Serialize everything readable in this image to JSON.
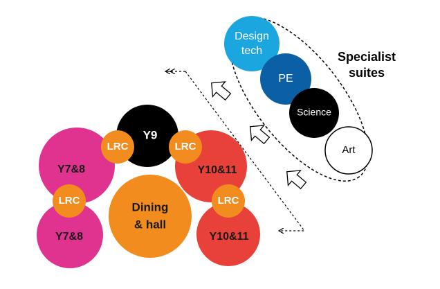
{
  "specialist": {
    "title_line1": "Specialist",
    "title_line2": "suites",
    "items": [
      {
        "line1": "Design",
        "line2": "tech",
        "color": "#1BA6E0",
        "text_color": "#ffffff"
      },
      {
        "line1": "PE",
        "color": "#0B5FA5",
        "text_color": "#ffffff"
      },
      {
        "line1": "Science",
        "color": "#000000",
        "text_color": "#ffffff"
      },
      {
        "line1": "Art",
        "color": "#ffffff",
        "text_color": "#000000"
      }
    ]
  },
  "main": {
    "y9": {
      "label": "Y9",
      "color": "#000000",
      "text_color": "#ffffff"
    },
    "y78_top": {
      "label": "Y7&8",
      "color": "#E0338F",
      "text_color": "#1a1a1a"
    },
    "y78_bottom": {
      "label": "Y7&8",
      "color": "#E0338F",
      "text_color": "#1a1a1a"
    },
    "y1011_top": {
      "label": "Y10&11",
      "color": "#E8413A",
      "text_color": "#1a1a1a"
    },
    "y1011_bottom": {
      "label": "Y10&11",
      "color": "#E8413A",
      "text_color": "#1a1a1a"
    },
    "dining": {
      "line1": "Dining",
      "line2": "& hall",
      "color": "#F28C1E",
      "text_color": "#1a1a1a"
    },
    "lrc_label": "LRC",
    "lrc_color": "#F28C1E",
    "lrc_text_color": "#ffffff"
  }
}
